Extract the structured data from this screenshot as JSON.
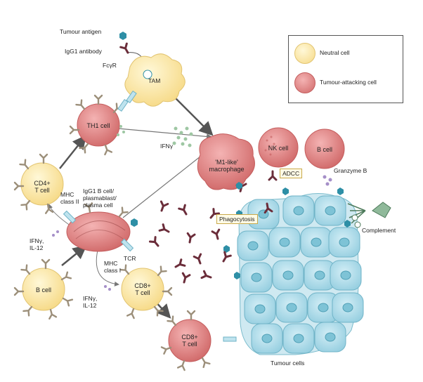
{
  "legend": {
    "neutral_label": "Neutral cell",
    "attacking_label": "Tumour-attacking cell",
    "neutral_color": "#fbe8a6",
    "attacking_color": "#e59090"
  },
  "labels": {
    "tumour_antigen": "Tumour antigen",
    "igg1_antibody": "IgG1 antibody",
    "fcgr": "FcγR",
    "tam": "TAM",
    "th1_cell": "TH1 cell",
    "ifn_gamma_top": "IFNγ",
    "m1_macrophage_line1": "'M1-like'",
    "m1_macrophage_line2": "macrophage",
    "nk_cell": "NK cell",
    "b_cell_right": "B cell",
    "adcc": "ADCC",
    "granzyme_b": "Granzyme B",
    "complement": "Complement",
    "phagocytosis": "Phagocytosis",
    "cd4_line1": "CD4+",
    "cd4_line2": "T cell",
    "mhc_class2_line1": "MHC",
    "mhc_class2_line2": "class II",
    "igg1_bcell_line1": "IgG1 B cell/",
    "igg1_bcell_line2": "plasmablast/",
    "igg1_bcell_line3": "plasma cell",
    "ifn_il12_left_line1": "IFNγ,",
    "ifn_il12_left_line2": "IL-12",
    "tcr": "TCR",
    "mhc_class1_line1": "MHC",
    "mhc_class1_line2": "class I",
    "b_cell_left": "B cell",
    "cd8_top_line1": "CD8+",
    "cd8_top_line2": "T cell",
    "ifn_il12_bottom_line1": "IFNγ,",
    "ifn_il12_bottom_line2": "IL-12",
    "cd8_bottom_line1": "CD8+",
    "cd8_bottom_line2": "T cell",
    "tumour_cells": "Tumour cells"
  },
  "colors": {
    "neutral_fill": "#fbe8a6",
    "neutral_stroke": "#e2c471",
    "attack_fill": "#e08585",
    "attack_stroke": "#c45d5d",
    "tumour_fill": "#a9d8e6",
    "tumour_stroke": "#6fb3c7",
    "antibody": "#6b2d3a",
    "antigen": "#2e8fa6",
    "arrow": "#555555"
  }
}
